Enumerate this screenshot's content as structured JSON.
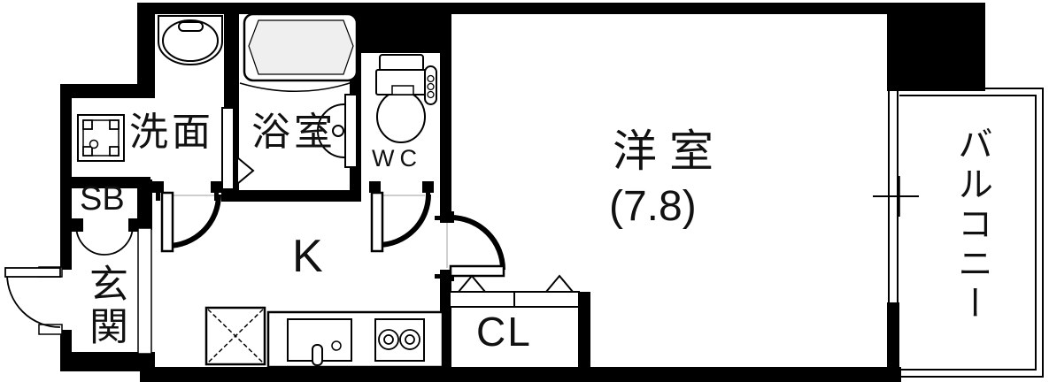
{
  "plan": {
    "type": "apartment-floor-plan",
    "colors": {
      "wall": "#000000",
      "background": "#ffffff",
      "tub_highlight": "#efefef",
      "guide_line": "#b0b0b0"
    },
    "rooms": {
      "washroom": {
        "label": "洗面"
      },
      "bathroom": {
        "label": "浴室"
      },
      "toilet": {
        "label": "WC"
      },
      "kitchen": {
        "label": "K"
      },
      "entrance": {
        "label": "玄関"
      },
      "shoe_box": {
        "label": "SB"
      },
      "closet": {
        "label": "CL"
      },
      "western_room": {
        "label": "洋室",
        "size": "(7.8)"
      },
      "balcony": {
        "label": "バルコニー"
      }
    },
    "fixtures": [
      "washing-machine-pan-icon",
      "washbasin-icon",
      "bathtub-icon",
      "bath-counter-icon",
      "toilet-icon",
      "refrigerator-icon",
      "kitchen-sink-icon",
      "stove-icon",
      "window-icon",
      "swing-door-icon",
      "double-door-icon",
      "folding-closet-door-icon",
      "balcony-railing-icon"
    ]
  }
}
